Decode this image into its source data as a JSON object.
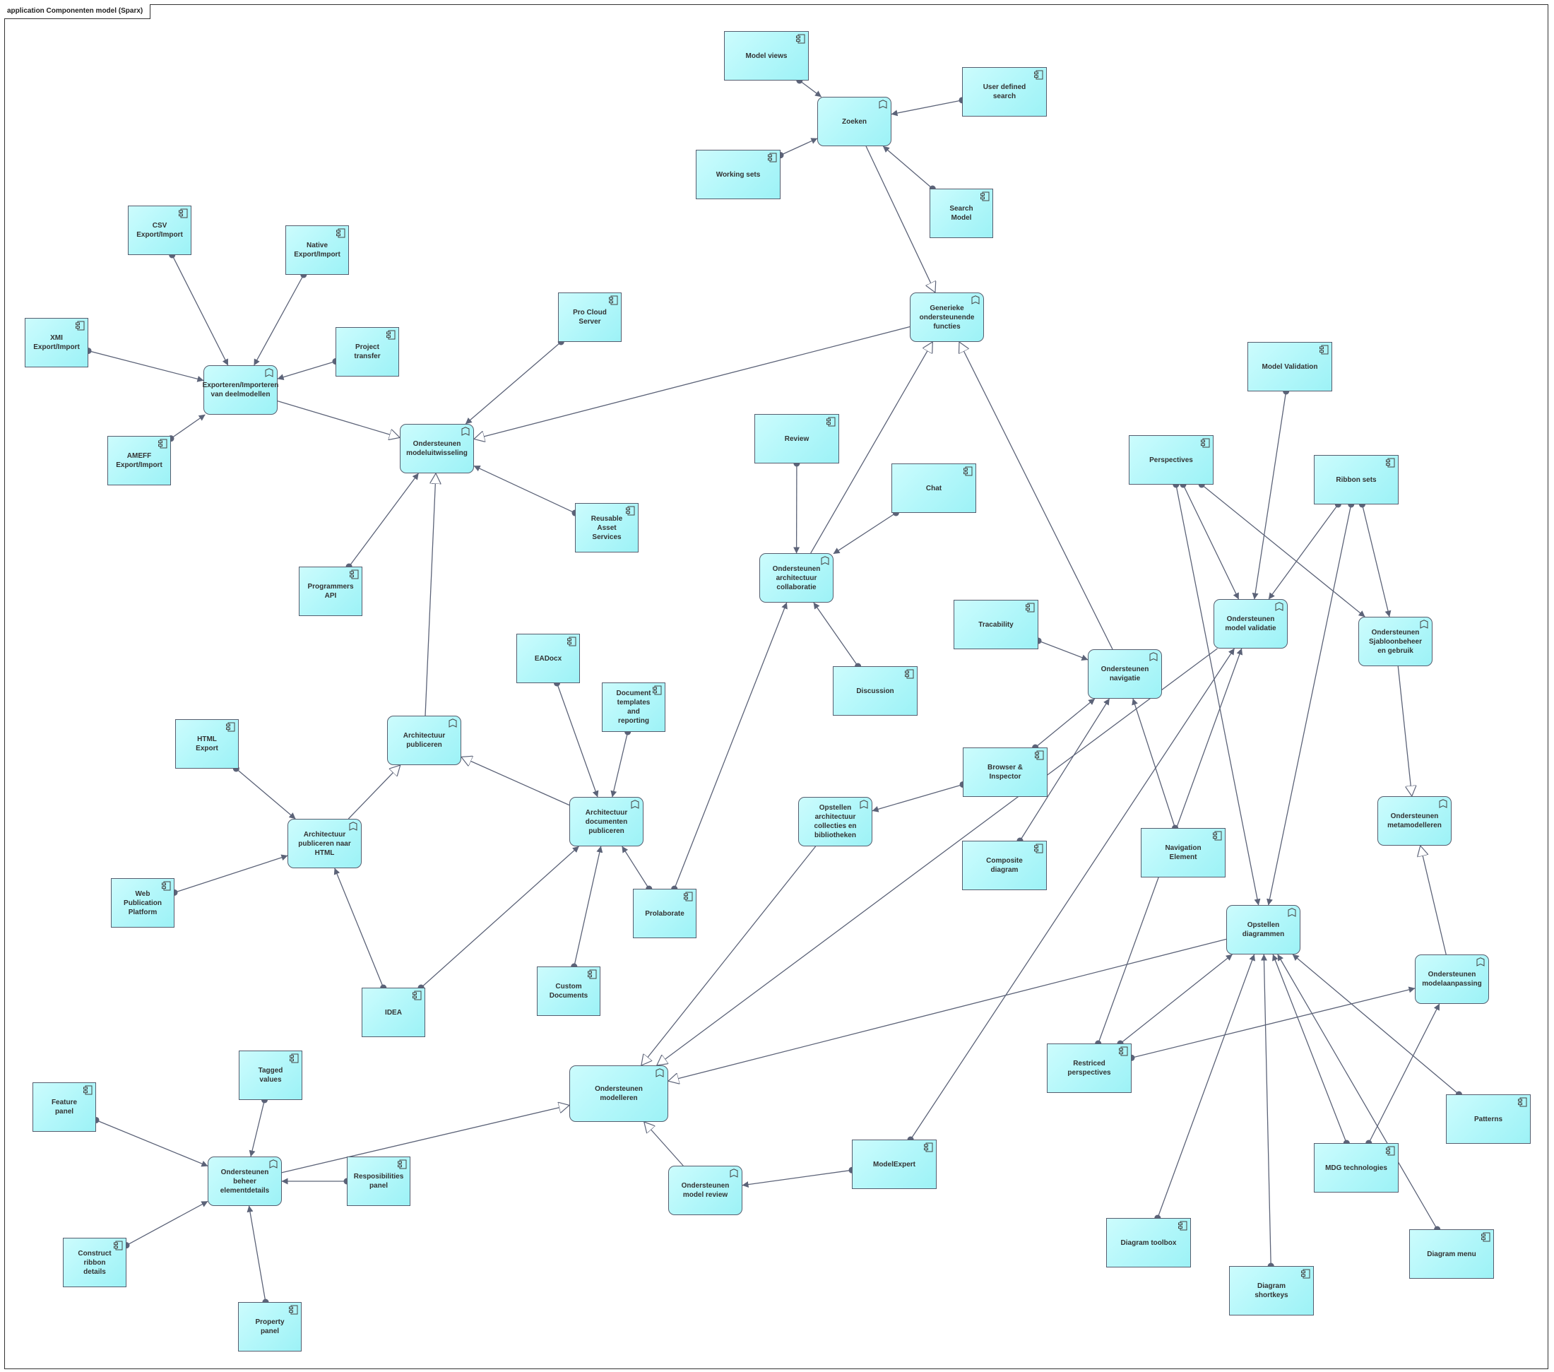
{
  "frame": {
    "title": "application Componenten model (Sparx)"
  },
  "nodes": [
    {
      "id": "model_views",
      "label": "Model views",
      "kind": "comp"
    },
    {
      "id": "zoeken",
      "label": "Zoeken",
      "kind": "func"
    },
    {
      "id": "user_defined_search",
      "label": "User defined search",
      "kind": "comp"
    },
    {
      "id": "working_sets",
      "label": "Working sets",
      "kind": "comp"
    },
    {
      "id": "search_model",
      "label": "Search Model",
      "kind": "comp"
    },
    {
      "id": "csv_export",
      "label": "CSV Export/Import",
      "kind": "comp"
    },
    {
      "id": "native_export",
      "label": "Native Export/Import",
      "kind": "comp"
    },
    {
      "id": "xmi_export",
      "label": "XMI Export/Import",
      "kind": "comp"
    },
    {
      "id": "project_transfer",
      "label": "Project transfer",
      "kind": "comp"
    },
    {
      "id": "exporteren",
      "label": "Exporteren/Importeren van deelmodellen",
      "kind": "func"
    },
    {
      "id": "ameff",
      "label": "AMEFF Export/Import",
      "kind": "comp"
    },
    {
      "id": "pro_cloud",
      "label": "Pro Cloud Server",
      "kind": "comp"
    },
    {
      "id": "generieke",
      "label": "Generieke ondersteunende functies",
      "kind": "func"
    },
    {
      "id": "model_uitwisseling",
      "label": "Ondersteunen modeluitwisseling",
      "kind": "func"
    },
    {
      "id": "reusable",
      "label": "Reusable Asset Services",
      "kind": "comp"
    },
    {
      "id": "programmers_api",
      "label": "Programmers API",
      "kind": "comp"
    },
    {
      "id": "review",
      "label": "Review",
      "kind": "comp"
    },
    {
      "id": "chat",
      "label": "Chat",
      "kind": "comp"
    },
    {
      "id": "arch_collab",
      "label": "Ondersteunen architectuur collaboratie",
      "kind": "func"
    },
    {
      "id": "discussion",
      "label": "Discussion",
      "kind": "comp"
    },
    {
      "id": "model_validation",
      "label": "Model Validation",
      "kind": "comp"
    },
    {
      "id": "perspectives",
      "label": "Perspectives",
      "kind": "comp"
    },
    {
      "id": "ribbon_sets",
      "label": "Ribbon sets",
      "kind": "comp"
    },
    {
      "id": "model_validatie",
      "label": "Ondersteunen model validatie",
      "kind": "func"
    },
    {
      "id": "sjabloon",
      "label": "Ondersteunen Sjabloonbeheer en gebruik",
      "kind": "func"
    },
    {
      "id": "tracability",
      "label": "Tracability",
      "kind": "comp"
    },
    {
      "id": "navigatie",
      "label": "Ondersteunen navigatie",
      "kind": "func"
    },
    {
      "id": "eadocx",
      "label": "EADocx",
      "kind": "comp"
    },
    {
      "id": "doc_templates",
      "label": "Document templates and reporting",
      "kind": "comp"
    },
    {
      "id": "html_export",
      "label": "HTML Export",
      "kind": "comp"
    },
    {
      "id": "arch_publiceren",
      "label": "Architectuur publiceren",
      "kind": "func"
    },
    {
      "id": "arch_docs",
      "label": "Architectuur documenten publiceren",
      "kind": "func"
    },
    {
      "id": "browser",
      "label": "Browser & Inspector",
      "kind": "comp"
    },
    {
      "id": "opstellen_collecties",
      "label": "Opstellen architectuur collecties en bibliotheken",
      "kind": "func"
    },
    {
      "id": "arch_html",
      "label": "Architectuur publiceren naar HTML",
      "kind": "func"
    },
    {
      "id": "composite",
      "label": "Composite diagram",
      "kind": "comp"
    },
    {
      "id": "nav_element",
      "label": "Navigation Element",
      "kind": "comp"
    },
    {
      "id": "metamodelleren",
      "label": "Ondersteunen metamodelleren",
      "kind": "func"
    },
    {
      "id": "web_pub",
      "label": "Web Publication Platform",
      "kind": "comp"
    },
    {
      "id": "prolaborate",
      "label": "Prolaborate",
      "kind": "comp"
    },
    {
      "id": "opstellen_diagrammen",
      "label": "Opstellen diagrammen",
      "kind": "func"
    },
    {
      "id": "custom_docs",
      "label": "Custom Documents",
      "kind": "comp"
    },
    {
      "id": "idea",
      "label": "IDEA",
      "kind": "comp"
    },
    {
      "id": "modelaanpassing",
      "label": "Ondersteunen modelaanpassing",
      "kind": "func"
    },
    {
      "id": "tagged_values",
      "label": "Tagged values",
      "kind": "comp"
    },
    {
      "id": "restricted",
      "label": "Restriced perspectives",
      "kind": "comp"
    },
    {
      "id": "feature_panel",
      "label": "Feature panel",
      "kind": "comp"
    },
    {
      "id": "modelleren",
      "label": "Ondersteunen modelleren",
      "kind": "func"
    },
    {
      "id": "patterns",
      "label": "Patterns",
      "kind": "comp"
    },
    {
      "id": "beheer_element",
      "label": "Ondersteunen beheer elementdetails",
      "kind": "func"
    },
    {
      "id": "resp_panel",
      "label": "Resposibilities panel",
      "kind": "comp"
    },
    {
      "id": "modelexpert",
      "label": "ModelExpert",
      "kind": "comp"
    },
    {
      "id": "mdg",
      "label": "MDG technologies",
      "kind": "comp"
    },
    {
      "id": "model_review",
      "label": "Ondersteunen model review",
      "kind": "func"
    },
    {
      "id": "construct_ribbon",
      "label": "Construct ribbon details",
      "kind": "comp"
    },
    {
      "id": "diagram_toolbox",
      "label": "Diagram toolbox",
      "kind": "comp"
    },
    {
      "id": "diagram_menu",
      "label": "Diagram menu",
      "kind": "comp"
    },
    {
      "id": "property_panel",
      "label": "Property panel",
      "kind": "comp"
    },
    {
      "id": "diagram_shortkeys",
      "label": "Diagram shortkeys",
      "kind": "comp"
    }
  ],
  "edges": [
    {
      "from": "model_views",
      "to": "zoeken",
      "type": "serving"
    },
    {
      "from": "user_defined_search",
      "to": "zoeken",
      "type": "serving"
    },
    {
      "from": "working_sets",
      "to": "zoeken",
      "type": "serving"
    },
    {
      "from": "search_model",
      "to": "zoeken",
      "type": "serving"
    },
    {
      "from": "zoeken",
      "to": "generieke",
      "type": "specialization"
    },
    {
      "from": "csv_export",
      "to": "exporteren",
      "type": "serving"
    },
    {
      "from": "native_export",
      "to": "exporteren",
      "type": "serving"
    },
    {
      "from": "xmi_export",
      "to": "exporteren",
      "type": "serving"
    },
    {
      "from": "project_transfer",
      "to": "exporteren",
      "type": "serving"
    },
    {
      "from": "ameff",
      "to": "exporteren",
      "type": "serving"
    },
    {
      "from": "exporteren",
      "to": "model_uitwisseling",
      "type": "specialization"
    },
    {
      "from": "pro_cloud",
      "to": "model_uitwisseling",
      "type": "serving"
    },
    {
      "from": "generieke",
      "to": "model_uitwisseling",
      "type": "specialization"
    },
    {
      "from": "reusable",
      "to": "model_uitwisseling",
      "type": "serving"
    },
    {
      "from": "programmers_api",
      "to": "model_uitwisseling",
      "type": "serving"
    },
    {
      "from": "arch_publiceren",
      "to": "model_uitwisseling",
      "type": "specialization"
    },
    {
      "from": "review",
      "to": "arch_collab",
      "type": "serving"
    },
    {
      "from": "chat",
      "to": "arch_collab",
      "type": "serving"
    },
    {
      "from": "discussion",
      "to": "arch_collab",
      "type": "serving"
    },
    {
      "from": "arch_collab",
      "to": "generieke",
      "type": "specialization"
    },
    {
      "from": "navigatie",
      "to": "generieke",
      "type": "specialization"
    },
    {
      "from": "prolaborate",
      "to": "arch_collab",
      "type": "serving"
    },
    {
      "from": "model_validation",
      "to": "model_validatie",
      "type": "serving"
    },
    {
      "from": "perspectives",
      "to": "model_validatie",
      "type": "serving"
    },
    {
      "from": "perspectives",
      "to": "sjabloon",
      "type": "serving"
    },
    {
      "from": "perspectives",
      "to": "opstellen_diagrammen",
      "type": "serving"
    },
    {
      "from": "ribbon_sets",
      "to": "model_validatie",
      "type": "serving"
    },
    {
      "from": "ribbon_sets",
      "to": "sjabloon",
      "type": "serving"
    },
    {
      "from": "ribbon_sets",
      "to": "opstellen_diagrammen",
      "type": "serving"
    },
    {
      "from": "sjabloon",
      "to": "metamodelleren",
      "type": "specialization"
    },
    {
      "from": "tracability",
      "to": "navigatie",
      "type": "serving"
    },
    {
      "from": "browser",
      "to": "navigatie",
      "type": "serving"
    },
    {
      "from": "composite",
      "to": "navigatie",
      "type": "serving"
    },
    {
      "from": "nav_element",
      "to": "navigatie",
      "type": "serving"
    },
    {
      "from": "browser",
      "to": "opstellen_collecties",
      "type": "serving"
    },
    {
      "from": "eadocx",
      "to": "arch_docs",
      "type": "serving"
    },
    {
      "from": "doc_templates",
      "to": "arch_docs",
      "type": "serving"
    },
    {
      "from": "custom_docs",
      "to": "arch_docs",
      "type": "serving"
    },
    {
      "from": "prolaborate",
      "to": "arch_docs",
      "type": "serving"
    },
    {
      "from": "idea",
      "to": "arch_docs",
      "type": "serving"
    },
    {
      "from": "arch_docs",
      "to": "arch_publiceren",
      "type": "specialization"
    },
    {
      "from": "arch_html",
      "to": "arch_publiceren",
      "type": "specialization"
    },
    {
      "from": "html_export",
      "to": "arch_html",
      "type": "serving"
    },
    {
      "from": "web_pub",
      "to": "arch_html",
      "type": "serving"
    },
    {
      "from": "idea",
      "to": "arch_html",
      "type": "serving"
    },
    {
      "from": "opstellen_collecties",
      "to": "modelleren",
      "type": "specialization"
    },
    {
      "from": "model_validatie",
      "to": "modelleren",
      "type": "specialization"
    },
    {
      "from": "opstellen_diagrammen",
      "to": "modelleren",
      "type": "specialization"
    },
    {
      "from": "model_review",
      "to": "modelleren",
      "type": "specialization"
    },
    {
      "from": "beheer_element",
      "to": "modelleren",
      "type": "specialization"
    },
    {
      "from": "modelaanpassing",
      "to": "metamodelleren",
      "type": "specialization"
    },
    {
      "from": "restricted",
      "to": "model_validatie",
      "type": "serving"
    },
    {
      "from": "restricted",
      "to": "opstellen_diagrammen",
      "type": "serving"
    },
    {
      "from": "restricted",
      "to": "modelaanpassing",
      "type": "serving"
    },
    {
      "from": "mdg",
      "to": "modelaanpassing",
      "type": "serving"
    },
    {
      "from": "mdg",
      "to": "opstellen_diagrammen",
      "type": "serving"
    },
    {
      "from": "patterns",
      "to": "opstellen_diagrammen",
      "type": "serving"
    },
    {
      "from": "diagram_toolbox",
      "to": "opstellen_diagrammen",
      "type": "serving"
    },
    {
      "from": "diagram_shortkeys",
      "to": "opstellen_diagrammen",
      "type": "serving"
    },
    {
      "from": "diagram_menu",
      "to": "opstellen_diagrammen",
      "type": "serving"
    },
    {
      "from": "modelexpert",
      "to": "model_validatie",
      "type": "serving"
    },
    {
      "from": "modelexpert",
      "to": "model_review",
      "type": "serving"
    },
    {
      "from": "tagged_values",
      "to": "beheer_element",
      "type": "serving"
    },
    {
      "from": "feature_panel",
      "to": "beheer_element",
      "type": "serving"
    },
    {
      "from": "resp_panel",
      "to": "beheer_element",
      "type": "serving"
    },
    {
      "from": "construct_ribbon",
      "to": "beheer_element",
      "type": "serving"
    },
    {
      "from": "property_panel",
      "to": "beheer_element",
      "type": "serving"
    }
  ],
  "colors": {
    "node_fill": "#b3f7fa",
    "node_border": "#555d6e",
    "edge": "#5c6378"
  }
}
